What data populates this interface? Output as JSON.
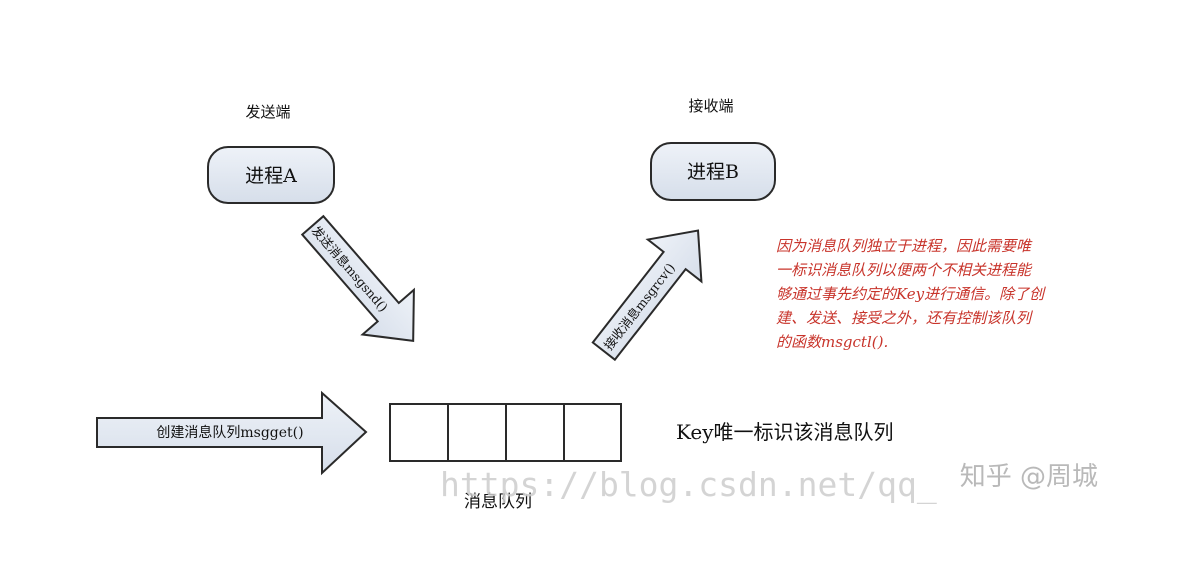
{
  "labels": {
    "sender_side": "发送端",
    "receiver_side": "接收端",
    "process_a": "进程A",
    "process_b": "进程B",
    "queue_label": "消息队列",
    "key_label": "Key唯一标识该消息队列"
  },
  "arrows": {
    "send": "发送消息msgsnd()",
    "receive": "接收消息msgrcv()",
    "create": "创建消息队列msgget()"
  },
  "note": {
    "lines": [
      "因为消息队列独立于进程，因此需要唯",
      "一标识消息队列以便两个不相关进程能",
      "够通过事先约定的Key进行通信。除了创",
      "建、发送、接受之外，还有控制该队列",
      "的函数msgctl()."
    ]
  },
  "watermark": {
    "url": "https://blog.csdn.net/qq_",
    "zhihu": "知乎 @周城"
  },
  "colors": {
    "box_fill": "#e1e8f2",
    "box_stroke": "#2a2a2a",
    "note_text": "#c8342b",
    "watermark": "#c9c9c9"
  }
}
